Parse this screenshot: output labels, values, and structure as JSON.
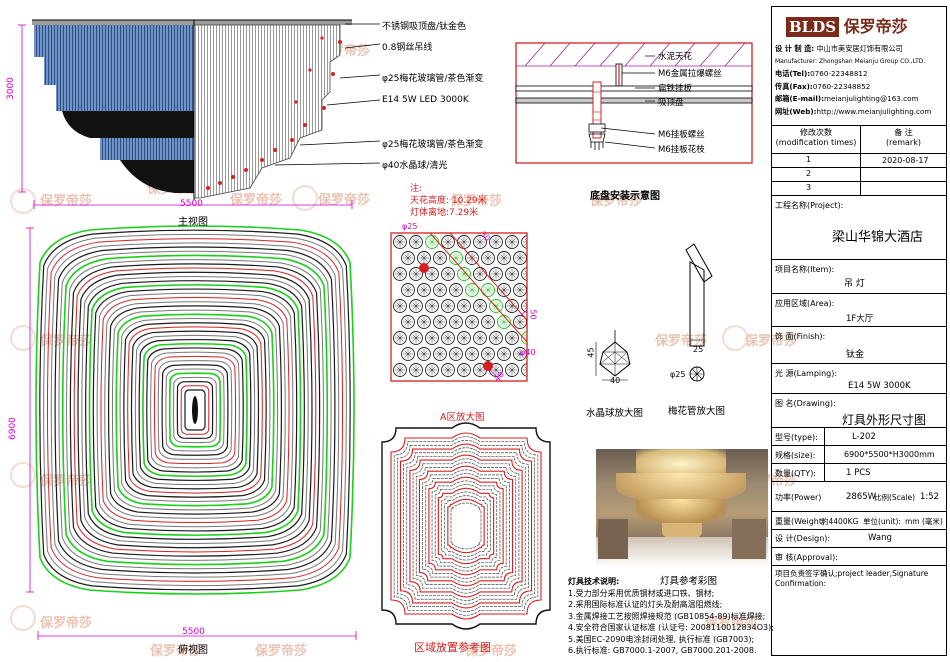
{
  "watermark": "保罗帝莎",
  "front_view": {
    "title": "主视图",
    "width_dim": "5500",
    "height_dim": "3000",
    "callouts": [
      "不锈钢吸顶盘/钛金色",
      "0.8钢丝吊线",
      "φ25梅花玻璃管/茶色渐变",
      "E14 5W LED 3000K",
      "φ25梅花玻璃管/茶色渐变",
      "φ40水晶球/清光"
    ]
  },
  "top_view": {
    "title": "俯视图",
    "width_dim": "5500",
    "height_dim": "6900"
  },
  "mount": {
    "title": "底盘安装示意图",
    "callouts": [
      "水泥天花",
      "M6金属拉爆螺丝",
      "扁铁挂板",
      "吸顶盘",
      "M6挂板螺丝",
      "M6挂板花枝"
    ]
  },
  "note": {
    "label": "注:",
    "line1": "天花高度: 10.29米",
    "line2": "灯体离地:7.29米"
  },
  "detail_a": {
    "title": "A区放大图",
    "d25": "φ25",
    "d30": "30",
    "d50": "50",
    "d40": "φ40",
    "d48": "48"
  },
  "crystal": {
    "title": "水晶球放大图",
    "h": "45",
    "w": "40"
  },
  "tube": {
    "title": "梅花管放大图",
    "d": "φ25",
    "w": "25"
  },
  "zone": {
    "title": "区域放置参考图"
  },
  "photo": {
    "title": "灯具参考彩图"
  },
  "specs": {
    "title": "灯具技术说明:",
    "lines": [
      "1.受力部分采用优质钢材或进口铁、钢材;",
      "2.采用国际标准认证的灯头及耐高温阻燃线;",
      "3.金属焊接工艺按照焊接规范 (GB10854-89)标准焊接;",
      "4.安全符合国家认证标准 (认证号: 2008110012834O3);",
      "5.美国EC-2090电涂封闭处理, 执行标准 (GB7003);",
      "6.执行标准: GB7000.1-2007, GB7000.201-2008."
    ]
  },
  "company": {
    "logo": "BLDS",
    "logo_cn": "保罗帝莎",
    "maker_label": "设 计 制 造:",
    "maker": "中山市美安居灯饰有限公司",
    "maker_en": "Manufacturer: Zhongshan Meianju Group CO.,LTD.",
    "tel_label": "电话(Tel):",
    "tel": "0760-22348812",
    "fax_label": "传真(Fax):",
    "fax": "0760-22348852",
    "email_label": "邮箱(E-mail):",
    "email": "meianjulighting@163.com",
    "web_label": "网址(Web):",
    "web": "http://www.meianjulighting.com"
  },
  "revisions": {
    "h1": "修改次数",
    "h1_en": "(modification times)",
    "h2": "备  注",
    "h2_en": "(remark)",
    "rows": [
      {
        "n": "1",
        "remark": "2020-08-17"
      },
      {
        "n": "2",
        "remark": ""
      },
      {
        "n": "3",
        "remark": ""
      }
    ]
  },
  "project": {
    "label": "工程名称(Project):",
    "value": "梁山华锦大酒店"
  },
  "item": {
    "label": "项目名称(Item):",
    "value": "吊  灯"
  },
  "area": {
    "label": "应用区域(Area):",
    "value": "1F大厅"
  },
  "finish": {
    "label": "饰    面(Finish):",
    "value": "钛金"
  },
  "lamping": {
    "label": "光    源(Lamping):",
    "value": "E14 5W 3000K"
  },
  "drawing": {
    "label": "图    名(Drawing):",
    "value": "灯具外形尺寸图"
  },
  "type": {
    "label": "型号(type):",
    "value": "L-202"
  },
  "size": {
    "label": "规格(size):",
    "value": "6900*5500*H3000mm"
  },
  "qty": {
    "label": "数量(QTY):",
    "value": "1 PCS"
  },
  "power": {
    "label": "功率(Power)",
    "value": "2865W",
    "scale_label": "比例(Scale)",
    "scale": "1:52"
  },
  "weight": {
    "label": "重量(Weight)",
    "value": "约4400KG",
    "unit_label": "单位(unit):",
    "unit": "mm (毫米)"
  },
  "design": {
    "label": "设  计(Design):",
    "value": "Wang"
  },
  "approval": {
    "label": "审  核(Approval):"
  },
  "confirm": {
    "label": "项目负责签字确认;project leader,Signature Confirmation:"
  }
}
